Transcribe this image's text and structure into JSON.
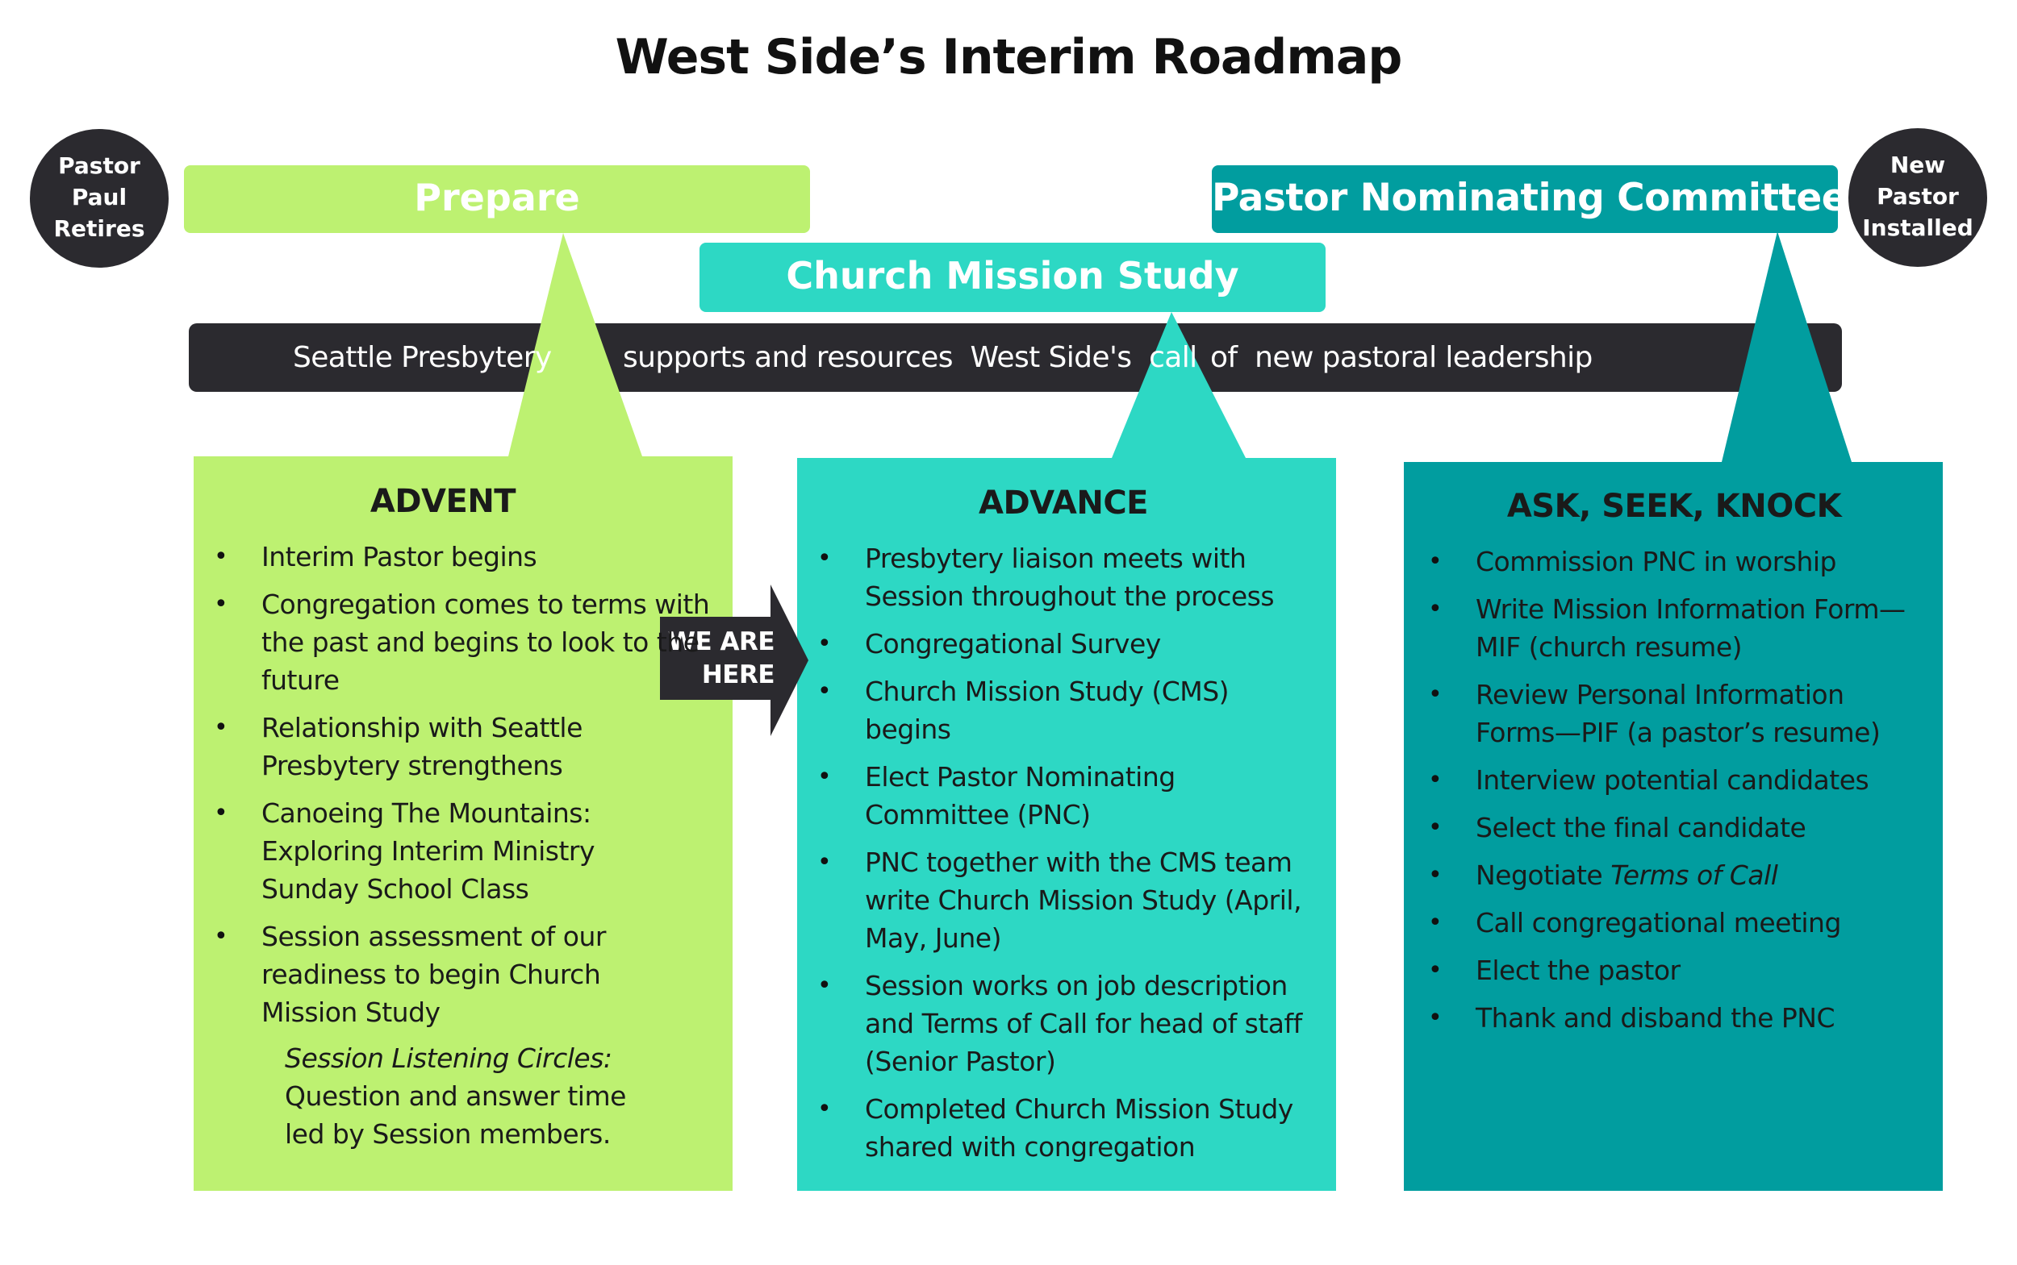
{
  "title": "West Side’s Interim Roadmap",
  "colors": {
    "lime": "#bdf171",
    "turquoise": "#2dd8c4",
    "teal": "#019d9f",
    "dark": "#2b2a2f"
  },
  "milestones": {
    "start": "Pastor\nPaul\nRetires",
    "end": "New\nPastor\nInstalled"
  },
  "phases": {
    "prepare": "Prepare",
    "cms": "Church Mission Study",
    "pnc": "Pastor Nominating Committee"
  },
  "band": {
    "seg1": "Seattle Presbytery",
    "seg2": "supports and resources  West Side's  call",
    "seg3": "of  new pastoral leadership"
  },
  "marker": "WE ARE\nHERE",
  "columns": {
    "advent": {
      "heading": "ADVENT",
      "items": [
        "Interim Pastor begins",
        "Congregation comes to terms with the past and begins to look to the future",
        "Relationship with Seattle Presbytery strengthens",
        "Canoeing The Mountains: Exploring Interim Ministry Sunday School Class",
        "Session assessment of our readiness to begin Church Mission Study"
      ],
      "note_italic": "Session Listening Circles:",
      "note_text": " Question and answer time led by Session members."
    },
    "advance": {
      "heading": "ADVANCE",
      "items": [
        "Presbytery liaison meets with Session throughout the process",
        "Congregational Survey",
        "Church Mission Study (CMS) begins",
        "Elect Pastor Nominating Committee (PNC)",
        "PNC together with the CMS team write Church Mission Study (April, May, June)",
        "Session works on job description and Terms of Call for head of staff (Senior Pastor)",
        "Completed Church Mission Study shared with congregation"
      ]
    },
    "ask": {
      "heading": "ASK, SEEK, KNOCK",
      "items": [
        "Commission PNC in worship",
        "Write Mission Information Form—MIF (church resume)",
        "Review Personal Information Forms—PIF (a pastor’s resume)",
        "Interview potential candidates",
        "Select the final candidate",
        "Negotiate ",
        "Call congregational meeting",
        "Elect the pastor",
        "Thank and disband the PNC"
      ],
      "negotiate_italic": "Terms of Call"
    }
  }
}
